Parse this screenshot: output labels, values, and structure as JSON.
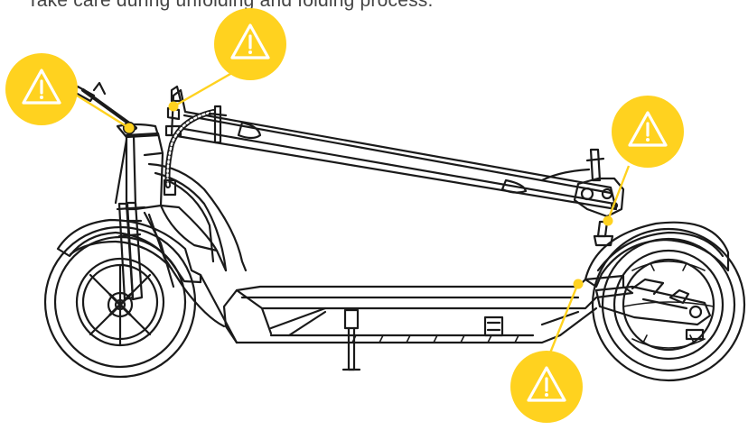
{
  "caption": "Take care during unfolding and folding process.",
  "colors": {
    "warning_fill": "#FFD21F",
    "warning_symbol": "#FFFFFF",
    "line_art": "#1a1a1a",
    "background": "#FFFFFF"
  },
  "icons": {
    "warning": "warning-triangle-icon"
  },
  "warning_markers": [
    {
      "name": "warning-marker-handlebar"
    },
    {
      "name": "warning-marker-stem-top"
    },
    {
      "name": "warning-marker-rear-latch"
    },
    {
      "name": "warning-marker-deck-rear"
    }
  ]
}
